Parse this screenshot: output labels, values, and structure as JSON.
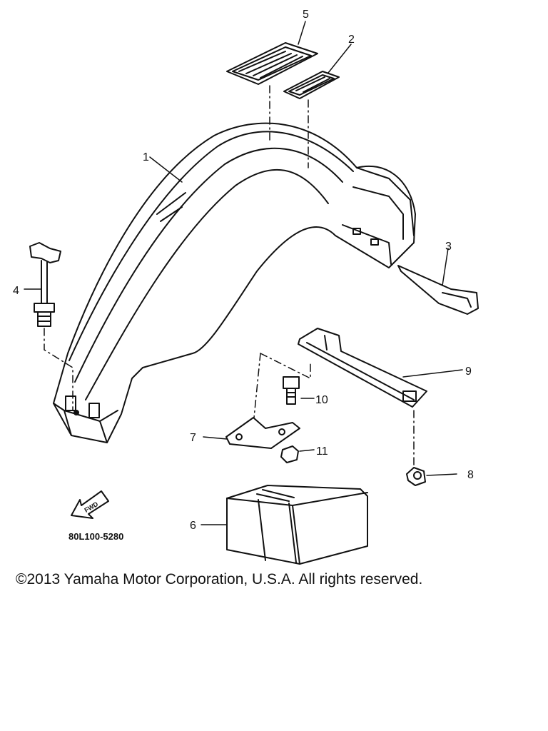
{
  "diagram": {
    "callouts": {
      "c1": "1",
      "c2": "2",
      "c3": "3",
      "c4": "4",
      "c5": "5",
      "c6": "6",
      "c7": "7",
      "c8": "8",
      "c9": "9",
      "c10": "10",
      "c11": "11"
    },
    "fwd_label": "FWD",
    "part_code": "80L100-5280"
  },
  "footer": {
    "copyright": "©2013 Yamaha Motor Corporation, U.S.A. All rights reserved."
  }
}
